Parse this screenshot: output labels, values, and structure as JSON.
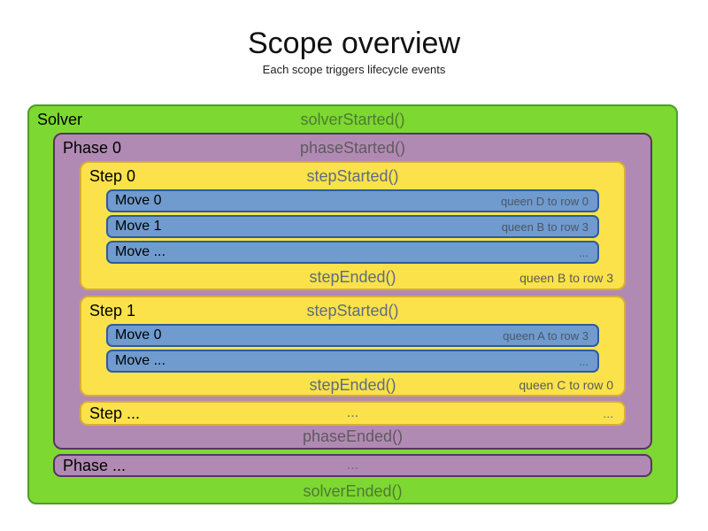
{
  "title": "Scope overview",
  "subtitle": "Each scope triggers lifecycle events",
  "colors": {
    "solver_fill": "#7dd832",
    "solver_border": "#4f9e28",
    "phase_fill": "#b18ab3",
    "phase_border": "#5a3365",
    "step_fill": "#fbe24a",
    "step_border": "#d8ae35",
    "move_fill": "#6f9bce",
    "move_border": "#2d5c9e",
    "solver_event_text": "#4d7c2f",
    "phase_event_text": "#5e5a60",
    "step_event_text": "#5c6c84",
    "move_detail_text": "#4d5564"
  },
  "solver": {
    "label": "Solver",
    "started_event": "solverStarted()",
    "ended_event": "solverEnded()",
    "phases": [
      {
        "label": "Phase 0",
        "started_event": "phaseStarted()",
        "ended_event": "phaseEnded()",
        "steps": [
          {
            "label": "Step 0",
            "started_event": "stepStarted()",
            "ended_event": "stepEnded()",
            "ended_detail": "queen B to row 3",
            "moves": [
              {
                "label": "Move 0",
                "detail": "queen D to row 0"
              },
              {
                "label": "Move 1",
                "detail": "queen B to row 3"
              },
              {
                "label": "Move ...",
                "detail": "..."
              }
            ]
          },
          {
            "label": "Step 1",
            "started_event": "stepStarted()",
            "ended_event": "stepEnded()",
            "ended_detail": "queen C to row 0",
            "moves": [
              {
                "label": "Move 0",
                "detail": "queen A to row 3"
              },
              {
                "label": "Move ...",
                "detail": "..."
              }
            ]
          }
        ],
        "more_steps": {
          "label": "Step ...",
          "center_dots": "...",
          "right_dots": "..."
        }
      }
    ],
    "more_phases": {
      "label": "Phase ...",
      "center_dots": "..."
    }
  }
}
